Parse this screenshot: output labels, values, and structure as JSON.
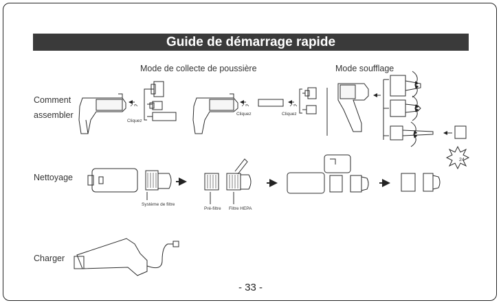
{
  "title": "Guide de démarrage rapide",
  "sections": {
    "dust_mode": "Mode de collecte de poussière",
    "blow_mode": "Mode soufflage",
    "assemble": [
      "Comment",
      "assembler"
    ],
    "cleaning": "Nettoyage",
    "charging": "Charger"
  },
  "captions": {
    "click": "Cliquez",
    "filter_system": "Système de filtre",
    "prefilter": "Pré-filtre",
    "hepa": "Filtre HEPA",
    "hours": "24"
  },
  "page_number": "- 33 -"
}
